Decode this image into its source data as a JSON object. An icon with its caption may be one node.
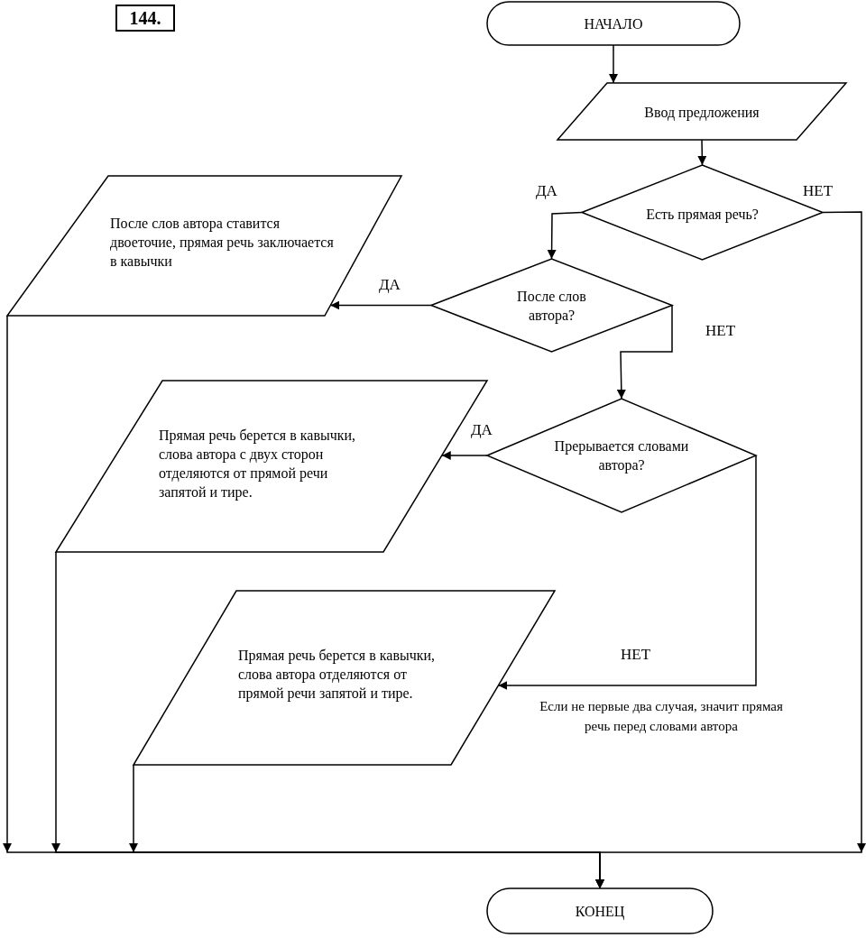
{
  "diagram": {
    "nodes": [
      {
        "text": [
          "НАЧАЛО"
        ]
      },
      {
        "text": [
          "Ввод предложения"
        ]
      },
      {
        "text": [
          "Есть прямая речь?"
        ]
      },
      {
        "text": [
          "После слов автора ставится двоеточие, прямая речь заключается в кавычки"
        ]
      },
      {
        "text": [
          "После слов автора?"
        ]
      },
      {
        "text": [
          "Прямая речь берется в кавычки, слова автора с двух сторон отделяются от прямой речи запятой и тире."
        ]
      },
      {
        "text": [
          "Прерывается словами автора?"
        ]
      },
      {
        "text": [
          "Прямая речь берется в кавычки, слова автора отделяются от прямой речи запятой и тире."
        ]
      },
      {
        "text": [
          "КОНЕЦ"
        ]
      }
    ],
    "edges": [
      {
        "from": 0,
        "to": 1,
        "arrow": "to"
      },
      {
        "from": 1,
        "to": 2,
        "arrow": "to"
      },
      {
        "from": 2,
        "to": 4,
        "arrow": "to",
        "label": "ДА"
      },
      {
        "from": 2,
        "to": 8,
        "arrow": "to",
        "label": "НЕТ"
      },
      {
        "from": 4,
        "to": 3,
        "arrow": "to",
        "label": "ДА"
      },
      {
        "from": 4,
        "to": 6,
        "arrow": "to",
        "label": "НЕТ"
      },
      {
        "from": 6,
        "to": 5,
        "arrow": "to",
        "label": "ДА"
      },
      {
        "from": 6,
        "to": 7,
        "arrow": "to",
        "label": "НЕТ"
      },
      {
        "from": 3,
        "to": 8,
        "arrow": "to"
      },
      {
        "from": 5,
        "to": 8,
        "arrow": "to"
      },
      {
        "from": 7,
        "to": 8,
        "arrow": "to"
      }
    ],
    "labels": [
      "144.",
      "Если не первые два случая, значит прямая речь перед словами автора"
    ]
  }
}
